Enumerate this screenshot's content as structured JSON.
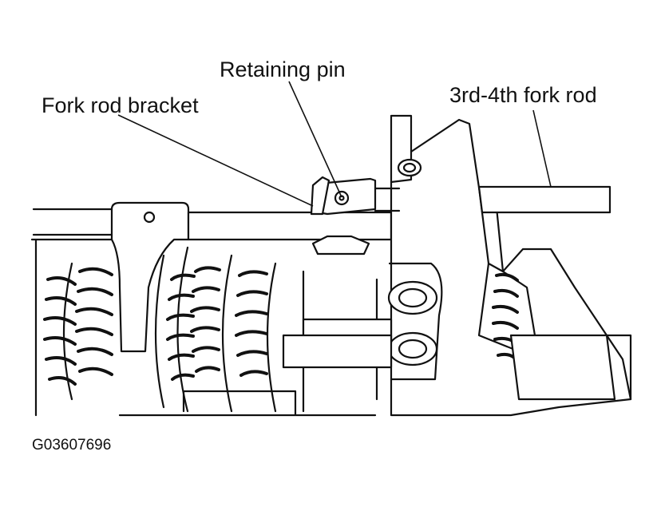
{
  "labels": {
    "retaining_pin": "Retaining pin",
    "fork_rod_bracket": "Fork rod bracket",
    "fork_rod_3rd_4th": "3rd-4th fork rod"
  },
  "figure_code": "G03607696",
  "colors": {
    "ink": "#111111",
    "background": "#ffffff"
  }
}
